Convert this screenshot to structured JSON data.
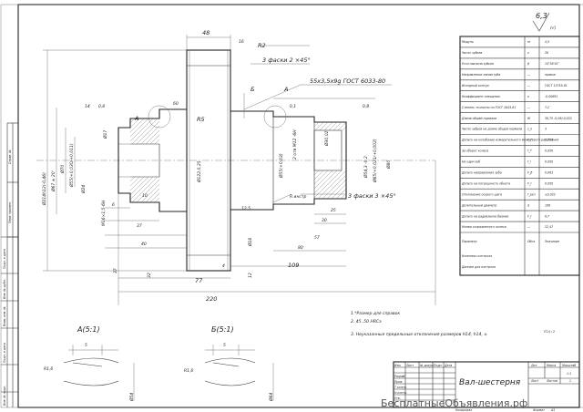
{
  "roughness": {
    "value": "6,3",
    "mark": "(√)"
  },
  "section_labels": {
    "a_top": "A",
    "b_top": "Б",
    "a_right": "A",
    "view_a": "A(5:1)",
    "view_b": "Б(5:1)"
  },
  "dimensions": {
    "d48": "48",
    "d16": "16",
    "r2": "R2",
    "chamfer_top": "3 фаски 2 ×45°",
    "spline": "55x3,5x9g ГОСТ 6033-80",
    "d60_left": "60",
    "d14": "14",
    "d08_left": "0,8",
    "d08_right": "0,8",
    "d01": "0,1",
    "left_dia1": "Ø214h12(-0,46)",
    "left_dia2": "Ø67 ± 20'",
    "left_dia3": "Ø70",
    "left_dia4": "Ø55(+0,030/+0,011)",
    "left_dia5": "Ø17",
    "left_ang": "Ø24",
    "left_thread": "M16×1,5-6H",
    "r5": "R5",
    "d122": "Ø122,0,25",
    "d6": "6",
    "d10": "10",
    "d37": "37",
    "d40": "40",
    "d77": "77",
    "d220": "220",
    "d4": "4",
    "d37v": "37",
    "d32": "32",
    "d12": "12",
    "d109": "109",
    "d18": "Ø18",
    "d125": "12,5",
    "holes": "2 отв М12 -6Н",
    "d55r": "Ø55(+0,03)",
    "d30": "Ø30,02",
    "d543": "Ø54,3 -0,2",
    "d65": "Ø65(+0,021/+0,002)",
    "d80": "Ø80",
    "r_instr": "R инстр",
    "chamfer_bot": "3 фаски 3 ×45°",
    "d25": "25",
    "d30b": "30",
    "d57": "57",
    "d80b": "80"
  },
  "notes": {
    "n1": "1.*Размер для справок",
    "n2": "2. 45..50 HRCэ",
    "n3": "3. Неуказанные предельные отклонения размеров Н14, h14, ±",
    "n3_frac": "IT14 / 2"
  },
  "detail_views": {
    "a_dim5": "5",
    "a_r": "R1,6",
    "a_dia": "Ø54",
    "b_dim5": "5",
    "b_r": "R1,6",
    "b_dia": "Ø64"
  },
  "gear_table": {
    "rows": [
      {
        "label": "Модуль",
        "sym": "m",
        "val": "4,5"
      },
      {
        "label": "Число зубьев",
        "sym": "z",
        "val": "26"
      },
      {
        "label": "Угол наклона зубьев",
        "sym": "β",
        "val": "15°56'41''"
      },
      {
        "label": "Направление линии зуба",
        "sym": "—",
        "val": "правое"
      },
      {
        "label": "Исходный контур",
        "sym": "—",
        "val": "ГОСТ 13755-81"
      },
      {
        "label": "Коэффициент смещения",
        "sym": "x",
        "val": "-0,00691"
      },
      {
        "label": "Степень точности по ГОСТ 1643-81",
        "sym": "—",
        "val": "7-С"
      },
      {
        "label": "Длина общей нормали",
        "sym": "W",
        "val": "36,75 -0,08/-0,032"
      },
      {
        "label": "Число зубьев на длине общей нормали",
        "sym": "z_n",
        "val": "3"
      },
      {
        "label": "Допуск на колебание измерительного межосевого расстояния",
        "sym": "F_i''",
        "val": "0,050"
      },
      {
        "label": "За оборот колеса",
        "sym": "f_i''",
        "val": "0,050"
      },
      {
        "label": "На один зуб",
        "sym": "f_i",
        "val": "0,050"
      },
      {
        "label": "Допуск направления зуба",
        "sym": "F_β",
        "val": "0,063"
      },
      {
        "label": "Допуск на погрешность обката",
        "sym": "F_r",
        "val": "0,050"
      },
      {
        "label": "Отклонение осевого шага",
        "sym": "f_pxn",
        "val": "±0,022"
      },
      {
        "label": "Делительный диаметр",
        "sym": "d",
        "val": "199"
      },
      {
        "label": "Допуск на радиальное биение",
        "sym": "F_r",
        "val": "8,7"
      },
      {
        "label": "Номер сопряженного колеса",
        "sym": "—",
        "val": "22,47"
      }
    ],
    "headers": {
      "param": "Параметр",
      "sym": "Обоз.",
      "val": "Значение"
    },
    "section_labels": {
      "krit": "Комплекс контроля",
      "sopr": "Данные для контроля"
    }
  },
  "stamp": {
    "title": "Вал-шестерня",
    "lit": "Лит.",
    "mass": "Масса",
    "scale": "Масштаб",
    "scale_val": "1:1",
    "sheet": "Лист",
    "sheets": "Листов",
    "sheets_val": "1",
    "rows": [
      "Изм.",
      "Лист",
      "№ докум.",
      "Подп.",
      "Дата",
      "Разраб.",
      "Пров.",
      "Т.контр.",
      "Н.контр.",
      "Утв."
    ],
    "copied": "Копировал",
    "format": "Формат",
    "format_val": "A3"
  },
  "side_labels": {
    "l1": "Справ. №",
    "l2": "Перв. примен.",
    "l3": "Подп. и дата",
    "l4": "Инв. № дубл.",
    "l5": "Взам. инв. №",
    "l6": "Подп. и дата",
    "l7": "Инв. № подл."
  },
  "watermark": "БесплатныеОбъявления.рф"
}
